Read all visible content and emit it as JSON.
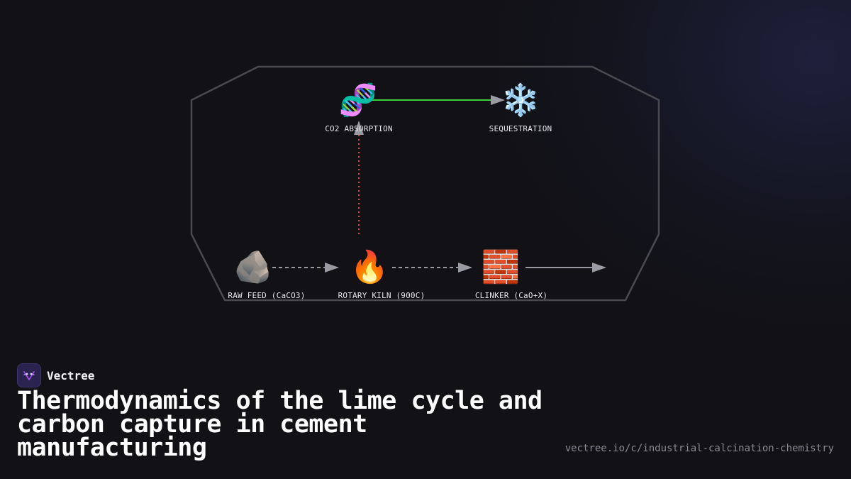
{
  "diagram": {
    "nodes": {
      "co2_absorption": {
        "icon": "🧬",
        "icon_name": "dna-icon",
        "label": "CO2 ABSORPTION"
      },
      "sequestration": {
        "icon": "❄️",
        "icon_name": "snowflake-icon",
        "label": "SEQUESTRATION"
      },
      "raw_feed": {
        "icon": "🪨",
        "icon_name": "rock-icon",
        "label": "RAW FEED (CaCO3)"
      },
      "rotary_kiln": {
        "icon": "🔥",
        "icon_name": "fire-icon",
        "label": "ROTARY KILN (900C)"
      },
      "clinker": {
        "icon": "🧱",
        "icon_name": "brick-icon",
        "label": "CLINKER (CaO+X)"
      }
    },
    "edges": [
      {
        "from": "co2_absorption",
        "to": "sequestration",
        "style": "solid",
        "color": "#3ecf3e"
      },
      {
        "from": "rotary_kiln",
        "to": "co2_absorption",
        "style": "dotted",
        "color": "#e04848"
      },
      {
        "from": "raw_feed",
        "to": "rotary_kiln",
        "style": "dashed",
        "color": "#9a9aa2"
      },
      {
        "from": "rotary_kiln",
        "to": "clinker",
        "style": "dashed",
        "color": "#9a9aa2"
      },
      {
        "from": "clinker",
        "to": "output",
        "style": "solid",
        "color": "#9a9aa2"
      }
    ],
    "frame_color": "#4a4a50"
  },
  "brand": {
    "name": "Vectree",
    "logo_icon": "vectree-logo-icon",
    "accent": "#8b5cf6"
  },
  "title": "Thermodynamics of the lime cycle and carbon capture in cement manufacturing",
  "url": "vectree.io/c/industrial-calcination-chemistry"
}
